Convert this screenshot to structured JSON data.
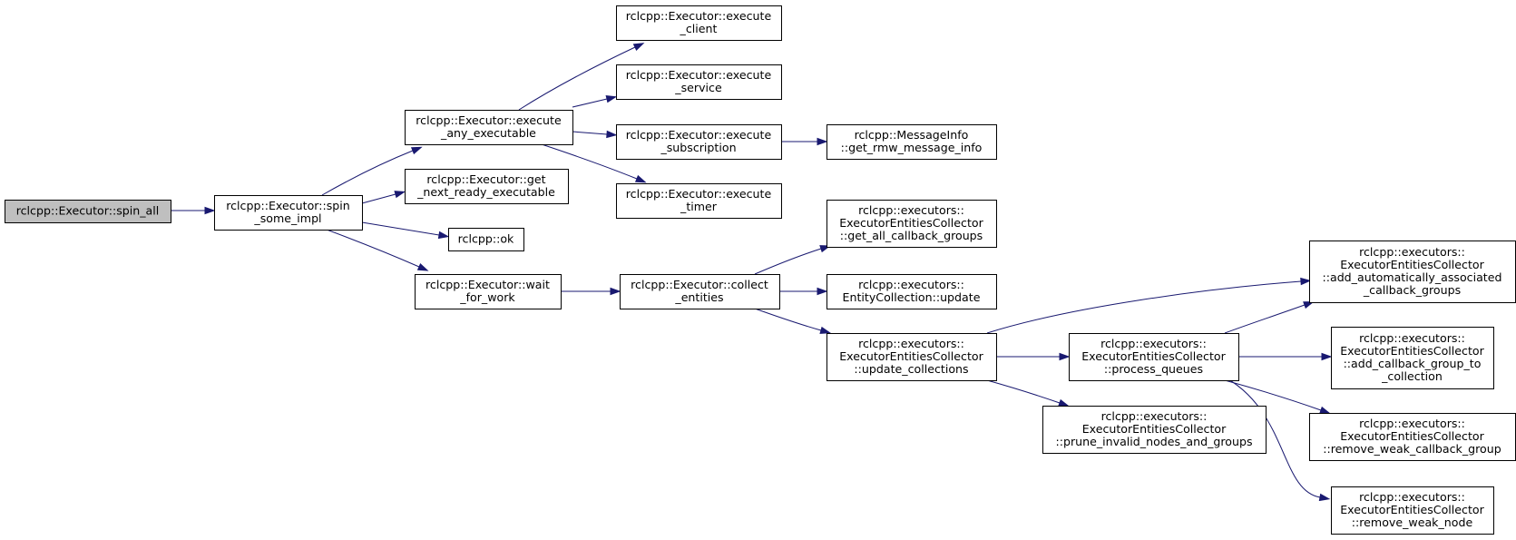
{
  "graph": {
    "kind": "call-graph",
    "colors": {
      "edge": "#191970",
      "node_border": "#000000",
      "node_fill": "#ffffff",
      "root_fill": "#bfbfbf"
    },
    "nodes": [
      {
        "id": "spin_all",
        "lines": [
          "rclcpp::Executor::spin_all"
        ],
        "root": true
      },
      {
        "id": "spin_some_impl",
        "lines": [
          "rclcpp::Executor::spin",
          "_some_impl"
        ]
      },
      {
        "id": "execute_any_executable",
        "lines": [
          "rclcpp::Executor::execute",
          "_any_executable"
        ]
      },
      {
        "id": "get_next_ready_executable",
        "lines": [
          "rclcpp::Executor::get",
          "_next_ready_executable"
        ]
      },
      {
        "id": "ok",
        "lines": [
          "rclcpp::ok"
        ]
      },
      {
        "id": "wait_for_work",
        "lines": [
          "rclcpp::Executor::wait",
          "_for_work"
        ]
      },
      {
        "id": "execute_client",
        "lines": [
          "rclcpp::Executor::execute",
          "_client"
        ]
      },
      {
        "id": "execute_service",
        "lines": [
          "rclcpp::Executor::execute",
          "_service"
        ]
      },
      {
        "id": "execute_subscription",
        "lines": [
          "rclcpp::Executor::execute",
          "_subscription"
        ]
      },
      {
        "id": "execute_timer",
        "lines": [
          "rclcpp::Executor::execute",
          "_timer"
        ]
      },
      {
        "id": "get_rmw_message_info",
        "lines": [
          "rclcpp::MessageInfo",
          "::get_rmw_message_info"
        ]
      },
      {
        "id": "collect_entities",
        "lines": [
          "rclcpp::Executor::collect",
          "_entities"
        ]
      },
      {
        "id": "get_all_callback_groups",
        "lines": [
          "rclcpp::executors::",
          "ExecutorEntitiesCollector",
          "::get_all_callback_groups"
        ]
      },
      {
        "id": "entity_collection_update",
        "lines": [
          "rclcpp::executors::",
          "EntityCollection::update"
        ]
      },
      {
        "id": "update_collections",
        "lines": [
          "rclcpp::executors::",
          "ExecutorEntitiesCollector",
          "::update_collections"
        ]
      },
      {
        "id": "process_queues",
        "lines": [
          "rclcpp::executors::",
          "ExecutorEntitiesCollector",
          "::process_queues"
        ]
      },
      {
        "id": "prune_invalid_nodes_and_groups",
        "lines": [
          "rclcpp::executors::",
          "ExecutorEntitiesCollector",
          "::prune_invalid_nodes_and_groups"
        ]
      },
      {
        "id": "add_automatically_associated_callback_groups",
        "lines": [
          "rclcpp::executors::",
          "ExecutorEntitiesCollector",
          "::add_automatically_associated",
          "_callback_groups"
        ]
      },
      {
        "id": "add_callback_group_to_collection",
        "lines": [
          "rclcpp::executors::",
          "ExecutorEntitiesCollector",
          "::add_callback_group_to",
          "_collection"
        ]
      },
      {
        "id": "remove_weak_callback_group",
        "lines": [
          "rclcpp::executors::",
          "ExecutorEntitiesCollector",
          "::remove_weak_callback_group"
        ]
      },
      {
        "id": "remove_weak_node",
        "lines": [
          "rclcpp::executors::",
          "ExecutorEntitiesCollector",
          "::remove_weak_node"
        ]
      }
    ],
    "edges": [
      {
        "from": "spin_all",
        "to": "spin_some_impl"
      },
      {
        "from": "spin_some_impl",
        "to": "execute_any_executable"
      },
      {
        "from": "spin_some_impl",
        "to": "get_next_ready_executable"
      },
      {
        "from": "spin_some_impl",
        "to": "ok"
      },
      {
        "from": "spin_some_impl",
        "to": "wait_for_work"
      },
      {
        "from": "execute_any_executable",
        "to": "execute_client"
      },
      {
        "from": "execute_any_executable",
        "to": "execute_service"
      },
      {
        "from": "execute_any_executable",
        "to": "execute_subscription"
      },
      {
        "from": "execute_any_executable",
        "to": "execute_timer"
      },
      {
        "from": "execute_subscription",
        "to": "get_rmw_message_info"
      },
      {
        "from": "wait_for_work",
        "to": "collect_entities"
      },
      {
        "from": "collect_entities",
        "to": "get_all_callback_groups"
      },
      {
        "from": "collect_entities",
        "to": "entity_collection_update"
      },
      {
        "from": "collect_entities",
        "to": "update_collections"
      },
      {
        "from": "update_collections",
        "to": "add_automatically_associated_callback_groups"
      },
      {
        "from": "update_collections",
        "to": "process_queues"
      },
      {
        "from": "update_collections",
        "to": "prune_invalid_nodes_and_groups"
      },
      {
        "from": "process_queues",
        "to": "add_automatically_associated_callback_groups"
      },
      {
        "from": "process_queues",
        "to": "add_callback_group_to_collection"
      },
      {
        "from": "process_queues",
        "to": "remove_weak_callback_group"
      },
      {
        "from": "process_queues",
        "to": "remove_weak_node"
      }
    ]
  }
}
